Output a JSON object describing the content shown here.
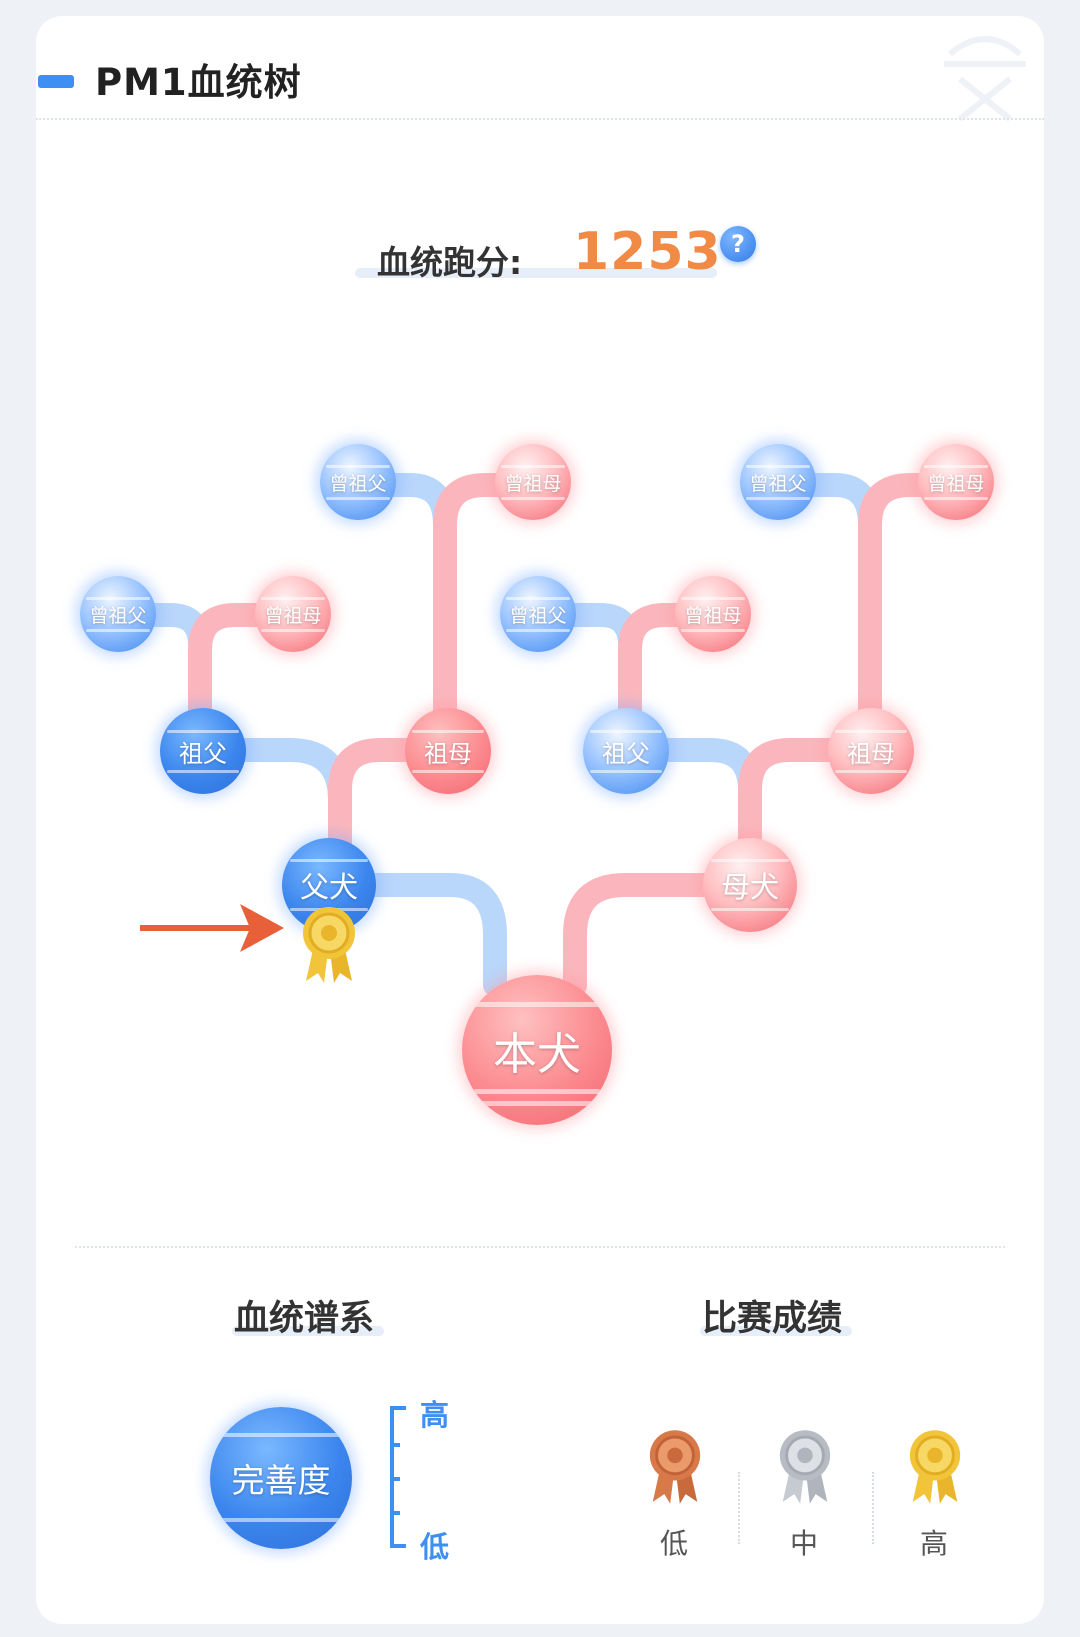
{
  "header": {
    "title": "PM1血统树",
    "accent_color": "#3e8ff3"
  },
  "score": {
    "label": "血统跑分:",
    "value": "1253",
    "help_label": "?",
    "value_color": "#f08a45"
  },
  "pedigree": {
    "self": "本犬",
    "sire": "父犬",
    "dam": "母犬",
    "paternal_grandfather": "祖父",
    "paternal_grandmother": "祖母",
    "maternal_grandfather": "祖父",
    "maternal_grandmother": "祖母",
    "pg_great_grandfather": "曾祖父",
    "pg_great_grandmother": "曾祖母",
    "pgm_great_grandfather": "曾祖父",
    "pgm_great_grandmother": "曾祖母",
    "mg_great_grandfather": "曾祖父",
    "mg_great_grandmother": "曾祖母",
    "mgm_great_grandfather": "曾祖父",
    "mgm_great_grandmother": "曾祖母",
    "male_color": "#3b86ee",
    "female_color": "#f3666f",
    "sire_award": "gold-medal-icon"
  },
  "legend": {
    "lineage": {
      "title": "血统谱系",
      "badge": "完善度",
      "high": "高",
      "low": "低"
    },
    "competition": {
      "title": "比赛成绩",
      "medals": [
        {
          "label": "低",
          "icon": "bronze-medal-icon",
          "color": "#d8794a"
        },
        {
          "label": "中",
          "icon": "silver-medal-icon",
          "color": "#b7bcc4"
        },
        {
          "label": "高",
          "icon": "gold-medal-icon",
          "color": "#f2c43a"
        }
      ]
    }
  }
}
